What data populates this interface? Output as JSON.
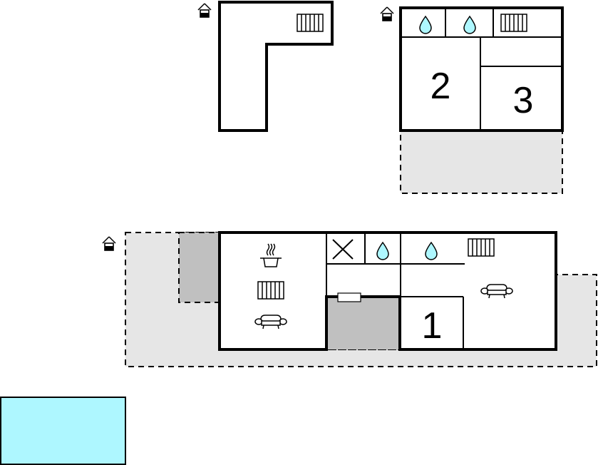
{
  "floor_plan": {
    "rooms": {
      "room_1": "1",
      "room_2": "2",
      "room_3": "3"
    },
    "colors": {
      "outdoor_area": "#e6e6e6",
      "covered_area": "#c0c0c0",
      "water_drop": "#aef7ff",
      "pool": "#aef7ff",
      "walls": "#000000"
    },
    "icons": [
      "entrance-icon",
      "radiator-icon",
      "water-drop-icon",
      "cooking-pot-icon",
      "sofa-icon",
      "fireplace-cross-icon"
    ]
  }
}
